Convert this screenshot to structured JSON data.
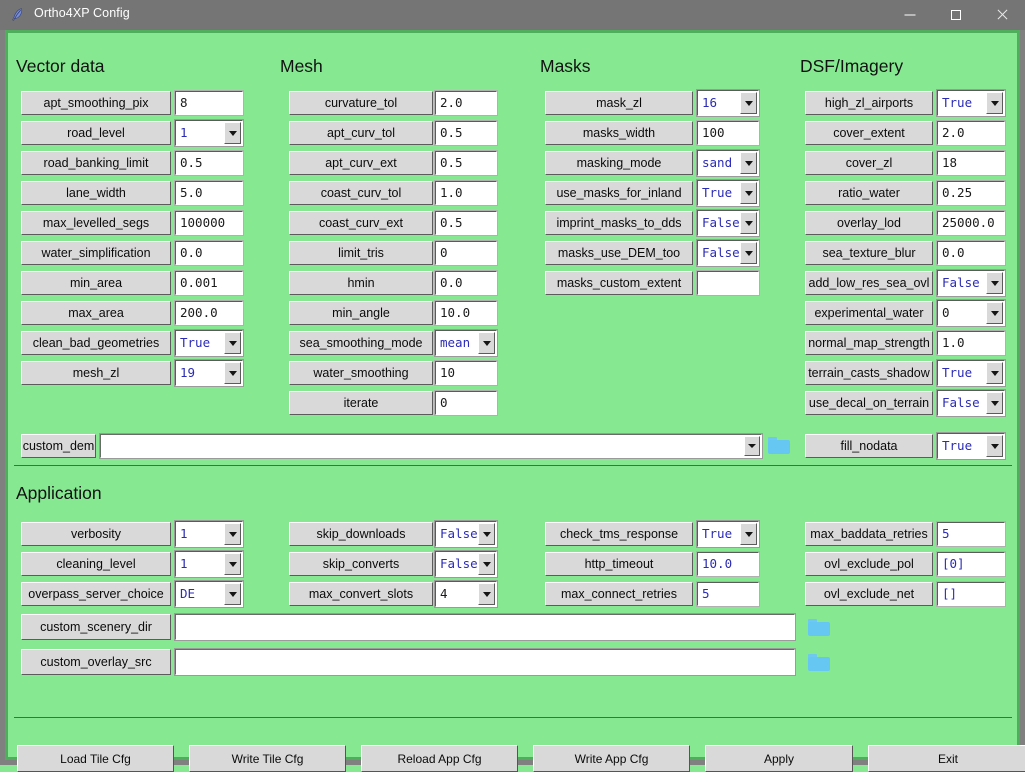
{
  "window": {
    "title": "Ortho4XP Config",
    "icon": "feather-icon",
    "controls": {
      "minimize": "minimize-icon",
      "maximize": "maximize-icon",
      "close": "close-icon"
    },
    "bg_color": "#86e992",
    "border_color": "#4fae5c",
    "titlebar_color": "#757575"
  },
  "sections": {
    "vector_data": {
      "header": "Vector data",
      "rows": [
        {
          "label": "apt_smoothing_pix",
          "value": "8",
          "widget": "entry"
        },
        {
          "label": "road_level",
          "value": "1",
          "widget": "combo"
        },
        {
          "label": "road_banking_limit",
          "value": "0.5",
          "widget": "entry"
        },
        {
          "label": "lane_width",
          "value": "5.0",
          "widget": "entry"
        },
        {
          "label": "max_levelled_segs",
          "value": "100000",
          "widget": "entry"
        },
        {
          "label": "water_simplification",
          "value": "0.0",
          "widget": "entry"
        },
        {
          "label": "min_area",
          "value": "0.001",
          "widget": "entry"
        },
        {
          "label": "max_area",
          "value": "200.0",
          "widget": "entry"
        },
        {
          "label": "clean_bad_geometries",
          "value": "True",
          "widget": "combo"
        },
        {
          "label": "mesh_zl",
          "value": "19",
          "widget": "combo"
        }
      ]
    },
    "mesh": {
      "header": "Mesh",
      "rows": [
        {
          "label": "curvature_tol",
          "value": "2.0",
          "widget": "entry"
        },
        {
          "label": "apt_curv_tol",
          "value": "0.5",
          "widget": "entry"
        },
        {
          "label": "apt_curv_ext",
          "value": "0.5",
          "widget": "entry"
        },
        {
          "label": "coast_curv_tol",
          "value": "1.0",
          "widget": "entry"
        },
        {
          "label": "coast_curv_ext",
          "value": "0.5",
          "widget": "entry"
        },
        {
          "label": "limit_tris",
          "value": "0",
          "widget": "entry"
        },
        {
          "label": "hmin",
          "value": "0.0",
          "widget": "entry"
        },
        {
          "label": "min_angle",
          "value": "10.0",
          "widget": "entry"
        },
        {
          "label": "sea_smoothing_mode",
          "value": "mean",
          "widget": "combo"
        },
        {
          "label": "water_smoothing",
          "value": "10",
          "widget": "entry"
        },
        {
          "label": "iterate",
          "value": "0",
          "widget": "entry"
        }
      ]
    },
    "masks": {
      "header": "Masks",
      "rows": [
        {
          "label": "mask_zl",
          "value": "16",
          "widget": "combo"
        },
        {
          "label": "masks_width",
          "value": "100",
          "widget": "entry"
        },
        {
          "label": "masking_mode",
          "value": "sand",
          "widget": "combo"
        },
        {
          "label": "use_masks_for_inland",
          "value": "True",
          "widget": "combo"
        },
        {
          "label": "imprint_masks_to_dds",
          "value": "False",
          "widget": "combo"
        },
        {
          "label": "masks_use_DEM_too",
          "value": "False",
          "widget": "combo"
        },
        {
          "label": "masks_custom_extent",
          "value": "",
          "widget": "entry"
        }
      ]
    },
    "dsf_imagery": {
      "header": "DSF/Imagery",
      "rows": [
        {
          "label": "high_zl_airports",
          "value": "True",
          "widget": "combo"
        },
        {
          "label": "cover_extent",
          "value": "2.0",
          "widget": "entry"
        },
        {
          "label": "cover_zl",
          "value": "18",
          "widget": "entry"
        },
        {
          "label": "ratio_water",
          "value": "0.25",
          "widget": "entry"
        },
        {
          "label": "overlay_lod",
          "value": "25000.0",
          "widget": "entry"
        },
        {
          "label": "sea_texture_blur",
          "value": "0.0",
          "widget": "entry"
        },
        {
          "label": "add_low_res_sea_ovl",
          "value": "False",
          "widget": "combo"
        },
        {
          "label": "experimental_water",
          "value": "0",
          "widget": "combo-dark"
        },
        {
          "label": "normal_map_strength",
          "value": "1.0",
          "widget": "entry"
        },
        {
          "label": "terrain_casts_shadow",
          "value": "True",
          "widget": "combo"
        },
        {
          "label": "use_decal_on_terrain",
          "value": "False",
          "widget": "combo"
        }
      ]
    },
    "custom_dem_row": {
      "label": "custom_dem",
      "value": "",
      "browse_icon": "folder-icon",
      "fill_nodata_label": "fill_nodata",
      "fill_nodata_value": "True"
    },
    "application": {
      "header": "Application",
      "col1": [
        {
          "label": "verbosity",
          "value": "1",
          "widget": "combo"
        },
        {
          "label": "cleaning_level",
          "value": "1",
          "widget": "combo"
        },
        {
          "label": "overpass_server_choice",
          "value": "DE",
          "widget": "combo"
        }
      ],
      "col2": [
        {
          "label": "skip_downloads",
          "value": "False",
          "widget": "combo"
        },
        {
          "label": "skip_converts",
          "value": "False",
          "widget": "combo"
        },
        {
          "label": "max_convert_slots",
          "value": "4",
          "widget": "combo-dark"
        }
      ],
      "col3": [
        {
          "label": "check_tms_response",
          "value": "True",
          "widget": "combo"
        },
        {
          "label": "http_timeout",
          "value": "10.0",
          "widget": "entry"
        },
        {
          "label": "max_connect_retries",
          "value": "5",
          "widget": "entry"
        }
      ],
      "col4": [
        {
          "label": "max_baddata_retries",
          "value": "5",
          "widget": "entry"
        },
        {
          "label": "ovl_exclude_pol",
          "value": "[0]",
          "widget": "entry"
        },
        {
          "label": "ovl_exclude_net",
          "value": "[]",
          "widget": "entry"
        }
      ],
      "paths": [
        {
          "label": "custom_scenery_dir",
          "value": "",
          "browse_icon": "folder-icon"
        },
        {
          "label": "custom_overlay_src",
          "value": "",
          "browse_icon": "folder-icon"
        }
      ]
    }
  },
  "bottom_buttons": [
    "Load Tile Cfg",
    "Write Tile Cfg",
    "Reload App Cfg",
    "Write App Cfg",
    "Apply",
    "Exit"
  ]
}
